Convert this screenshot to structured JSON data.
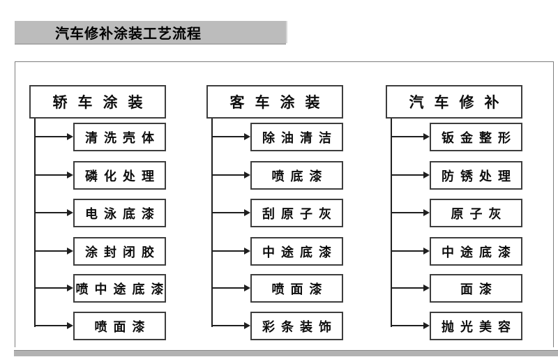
{
  "title": "汽车修补涂装工艺流程",
  "columns": [
    {
      "header": "轿车涂装",
      "steps": [
        "清洗壳体",
        "磷化处理",
        "电泳底漆",
        "涂封闭胶",
        "喷中途底漆",
        "喷面漆"
      ]
    },
    {
      "header": "客车涂装",
      "steps": [
        "除油清洁",
        "喷底漆",
        "刮原子灰",
        "中途底漆",
        "喷面漆",
        "彩条装饰"
      ]
    },
    {
      "header": "汽车修补",
      "steps": [
        "钣金整形",
        "防锈处理",
        "原子灰",
        "中途底漆",
        "面漆",
        "抛光美容"
      ]
    }
  ],
  "colors": {
    "title_bar_bg": "#bcbcbc",
    "box_border": "#3d3d3d",
    "connector": "#1f1f1f",
    "frame_border": "#7e7e7e",
    "bottom_bar_bg": "#b2b2b2",
    "text": "#0d0d0d"
  }
}
